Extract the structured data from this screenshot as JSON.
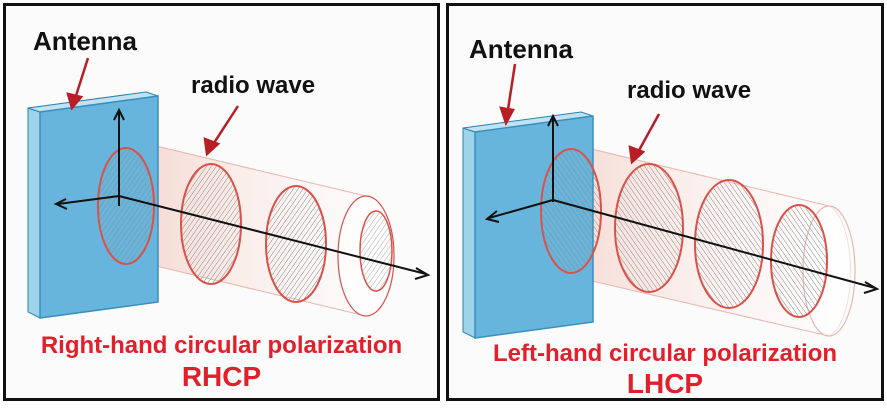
{
  "colors": {
    "accent_red": "#e0202a",
    "antenna_face": "#67b5dc",
    "antenna_edge": "#3a8fbe",
    "wave_outline": "#d9524a",
    "wave_fill": "#f7dcd6"
  },
  "panels": [
    {
      "antenna_label": "Antenna",
      "wave_label": "radio wave",
      "caption": "Right-hand circular polarization",
      "abbreviation": "RHCP"
    },
    {
      "antenna_label": "Antenna",
      "wave_label": "radio wave",
      "caption": "Left-hand circular polarization",
      "abbreviation": "LHCP"
    }
  ]
}
